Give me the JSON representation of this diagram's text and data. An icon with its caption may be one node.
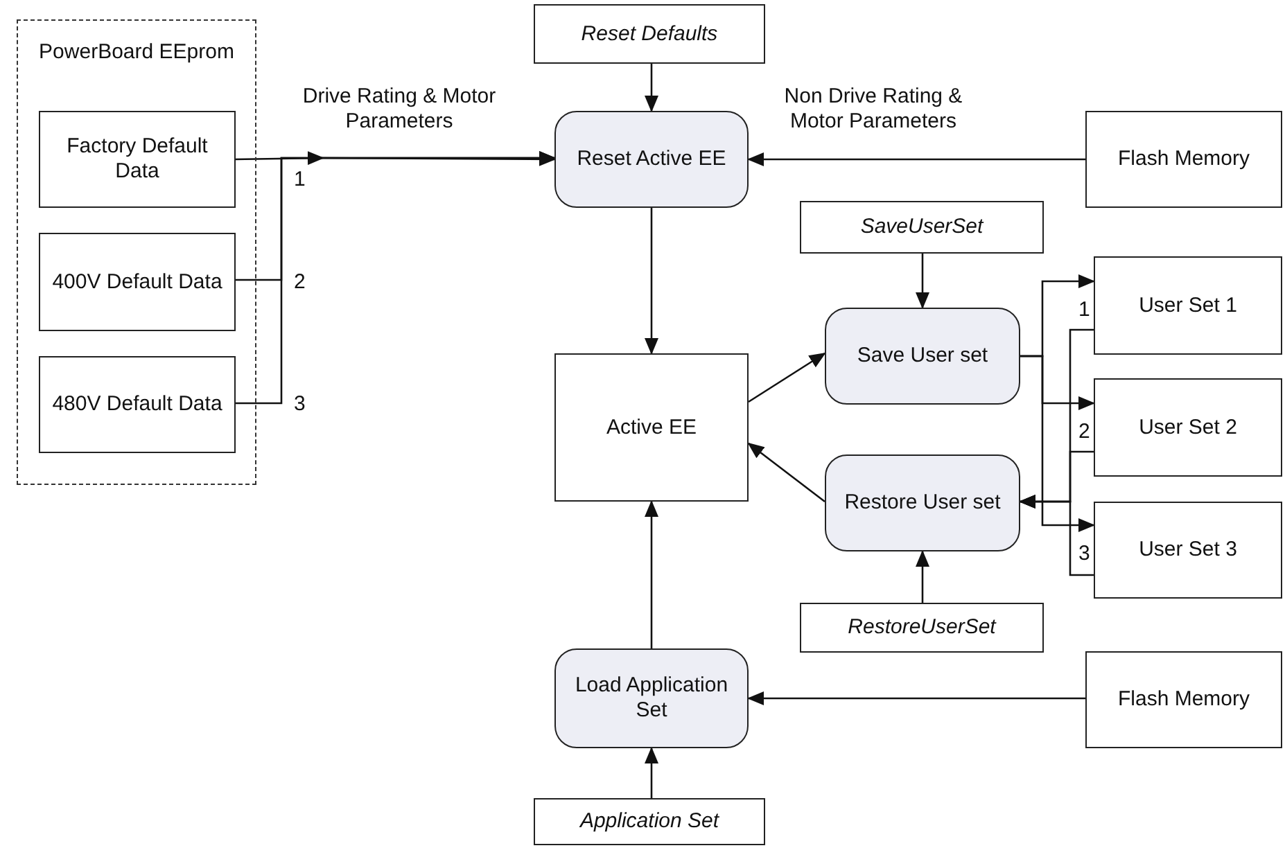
{
  "diagram": {
    "nodes": [
      {
        "text": [
          "PowerBoard EEprom"
        ]
      },
      {
        "text": [
          "Factory Default Data"
        ],
        "in": 0
      },
      {
        "text": [
          "400V Default Data"
        ],
        "in": 0
      },
      {
        "text": [
          "480V Default Data"
        ],
        "in": 0
      },
      {
        "text": [
          "Reset Defaults"
        ]
      },
      {
        "text": [
          "Reset Active EE"
        ]
      },
      {
        "text": [
          "Flash Memory"
        ]
      },
      {
        "text": [
          "SaveUserSet"
        ]
      },
      {
        "text": [
          "User Set 1"
        ]
      },
      {
        "text": [
          "Save User set"
        ]
      },
      {
        "text": [
          "Active EE"
        ]
      },
      {
        "text": [
          "User Set 2"
        ]
      },
      {
        "text": [
          "Restore User set"
        ]
      },
      {
        "text": [
          "User Set 3"
        ]
      },
      {
        "text": [
          "RestoreUserSet"
        ]
      },
      {
        "text": [
          "Load Application Set"
        ]
      },
      {
        "text": [
          "Flash Memory"
        ]
      },
      {
        "text": [
          "Application Set"
        ]
      }
    ],
    "edges": [
      {
        "from": 1,
        "to": 5,
        "arrow": "to",
        "label": "Drive Rating & Motor Parameters"
      },
      {
        "from": 2,
        "to": 5,
        "arrow": "to"
      },
      {
        "from": 3,
        "to": 5,
        "arrow": "to"
      },
      {
        "from": 4,
        "to": 5,
        "arrow": "to"
      },
      {
        "from": 6,
        "to": 5,
        "arrow": "to",
        "label": "Non Drive Rating & Motor Parameters"
      },
      {
        "from": 5,
        "to": 10,
        "arrow": "to"
      },
      {
        "from": 7,
        "to": 9,
        "arrow": "to"
      },
      {
        "from": 10,
        "to": 9,
        "arrow": "to"
      },
      {
        "from": 12,
        "to": 10,
        "arrow": "to"
      },
      {
        "from": 9,
        "to": 8,
        "arrow": "to"
      },
      {
        "from": 9,
        "to": 11,
        "arrow": "to"
      },
      {
        "from": 9,
        "to": 13,
        "arrow": "to"
      },
      {
        "from": 8,
        "to": 12,
        "arrow": "to"
      },
      {
        "from": 11,
        "to": 12,
        "arrow": "to"
      },
      {
        "from": 13,
        "to": 12,
        "arrow": "to"
      },
      {
        "from": 14,
        "to": 12,
        "arrow": "to"
      },
      {
        "from": 16,
        "to": 15,
        "arrow": "to"
      },
      {
        "from": 17,
        "to": 15,
        "arrow": "to"
      },
      {
        "from": 15,
        "to": 10,
        "arrow": "to"
      }
    ],
    "labels": [
      "1",
      "2",
      "3",
      "1",
      "2",
      "3"
    ]
  }
}
